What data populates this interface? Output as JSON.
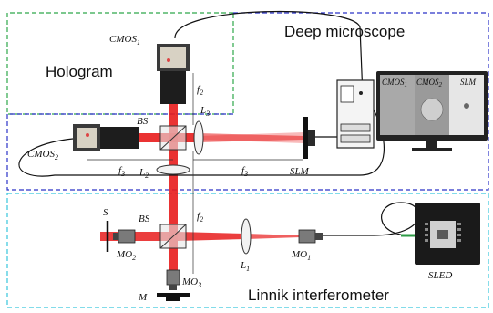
{
  "regions": {
    "hologram_label": "Hologram",
    "deep_label": "Deep microscope",
    "linnik_label": "Linnik interferometer"
  },
  "colors": {
    "hologram_box": "#2ea84a",
    "deep_box": "#2b33c7",
    "linnik_box": "#37c6dd",
    "beam": "#e81c1c",
    "fiber_green": "#2d9b46"
  },
  "components": {
    "cmos1": {
      "base": "CMOS",
      "sub": "1"
    },
    "cmos2": {
      "base": "CMOS",
      "sub": "2"
    },
    "bs_top": "BS",
    "bs_bottom": "BS",
    "l1": {
      "base": "L",
      "sub": "1"
    },
    "l2": {
      "base": "L",
      "sub": "2"
    },
    "l3": {
      "base": "L",
      "sub": "3"
    },
    "mo1": {
      "base": "MO",
      "sub": "1"
    },
    "mo2": {
      "base": "MO",
      "sub": "2"
    },
    "mo3": {
      "base": "MO",
      "sub": "3"
    },
    "slm": "SLM",
    "sled": "SLED",
    "s": "S",
    "m": "M",
    "f2_upper": {
      "base": "f",
      "sub": "2"
    },
    "f2_lower": {
      "base": "f",
      "sub": "2"
    },
    "f3_left": {
      "base": "f",
      "sub": "3"
    },
    "f3_right": {
      "base": "f",
      "sub": "3"
    }
  },
  "monitor": {
    "panels": [
      {
        "base": "CMOS",
        "sub": "1"
      },
      {
        "base": "CMOS",
        "sub": "2"
      },
      {
        "base": "SLM",
        "sub": ""
      }
    ]
  }
}
